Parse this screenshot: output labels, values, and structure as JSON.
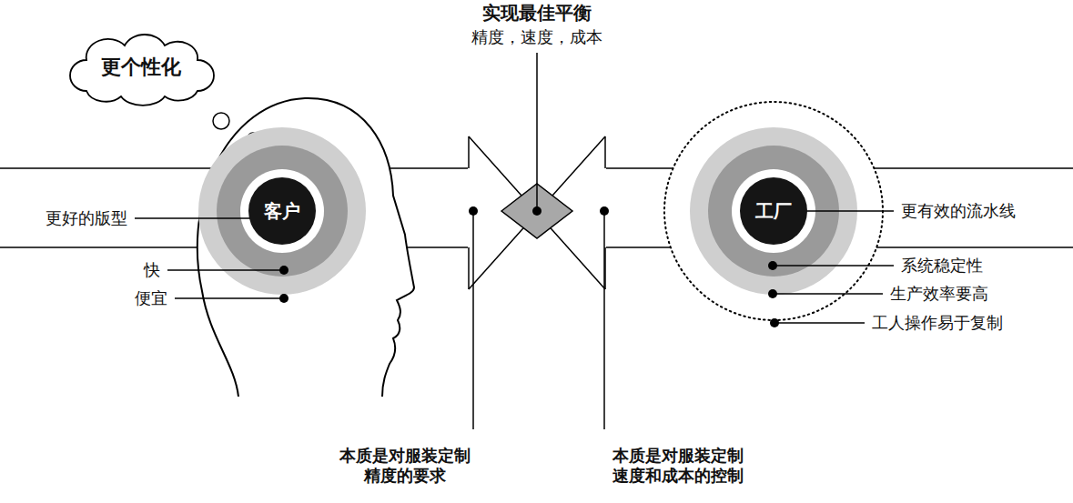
{
  "diagram": {
    "nodes": [
      {
        "text": [
          "更个性化"
        ]
      },
      {
        "text": [
          "客户"
        ]
      },
      {
        "text": [
          "工厂"
        ]
      }
    ],
    "labels": [
      "实现最佳平衡",
      "精度，速度，成本",
      "更好的版型",
      "快",
      "便宜",
      "更有效的流水线",
      "系统稳定性",
      "生产效率要高",
      "工人操作易于复制",
      "本质是对服装定制 精度的要求",
      "本质是对服装定制 速度和成本的控制"
    ]
  }
}
